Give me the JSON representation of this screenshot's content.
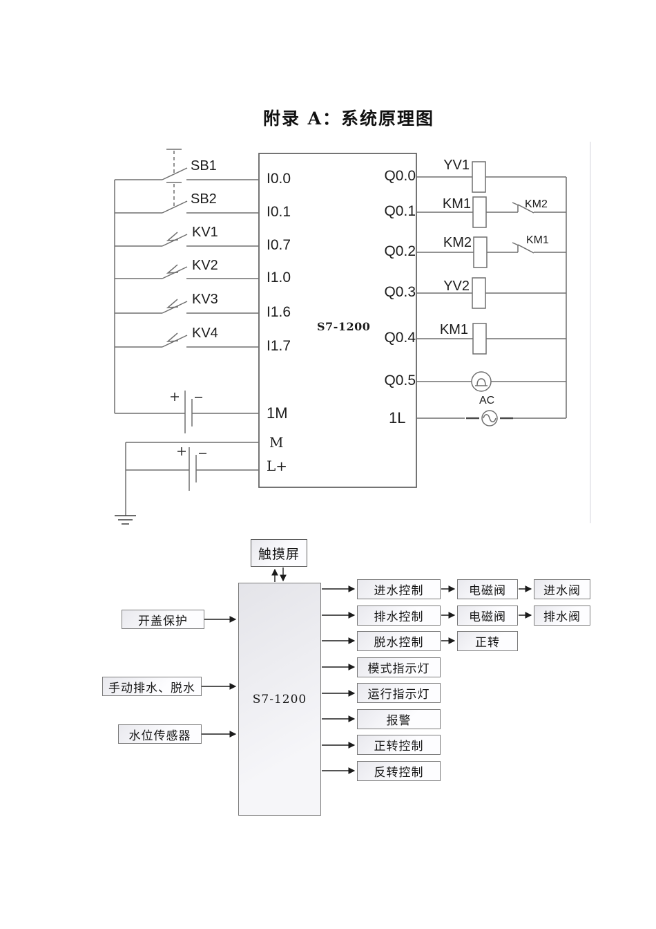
{
  "page": {
    "title": "附录 A：系统原理图"
  },
  "circuit": {
    "plc_label": "S7-1200",
    "inputs": [
      {
        "device": "SB1",
        "pin": "I0.0"
      },
      {
        "device": "SB2",
        "pin": "I0.1"
      },
      {
        "device": "KV1",
        "pin": "I0.7"
      },
      {
        "device": "KV2",
        "pin": "I1.0"
      },
      {
        "device": "KV3",
        "pin": "I1.6"
      },
      {
        "device": "KV4",
        "pin": "I1.7"
      }
    ],
    "power": {
      "input_common": "1M",
      "m": "M",
      "l_plus": "L+",
      "output_common": "1L",
      "ac": "AC"
    },
    "outputs": [
      {
        "pin": "Q0.0",
        "device": "YV1"
      },
      {
        "pin": "Q0.1",
        "device": "KM1",
        "interlock": "KM2"
      },
      {
        "pin": "Q0.2",
        "device": "KM2",
        "interlock": "KM1"
      },
      {
        "pin": "Q0.3",
        "device": "YV2"
      },
      {
        "pin": "Q0.4",
        "device": "KM1"
      },
      {
        "pin": "Q0.5"
      }
    ]
  },
  "block_diagram": {
    "touchscreen": "触摸屏",
    "plc": "S7-1200",
    "left_inputs": [
      "开盖保护",
      "手动排水、脱水",
      "水位传感器"
    ],
    "outputs": [
      {
        "c1": "进水控制",
        "c2": "电磁阀",
        "c3": "进水阀"
      },
      {
        "c1": "排水控制",
        "c2": "电磁阀",
        "c3": "排水阀"
      },
      {
        "c1": "脱水控制",
        "c2": "正转"
      },
      {
        "c1": "模式指示灯"
      },
      {
        "c1": "运行指示灯"
      },
      {
        "c1": "报警"
      },
      {
        "c1": "正转控制"
      },
      {
        "c1": "反转控制"
      }
    ]
  }
}
